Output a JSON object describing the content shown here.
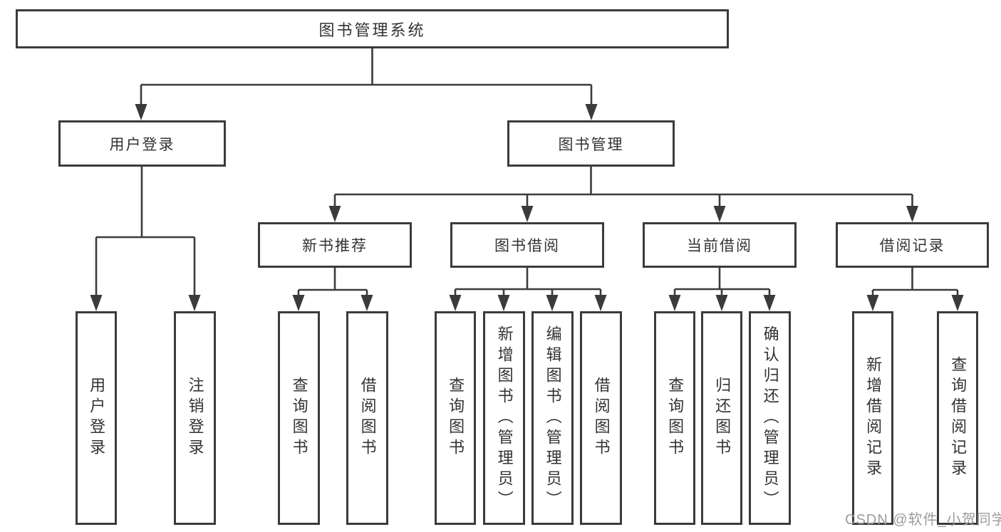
{
  "diagram": {
    "root": {
      "label": "图书管理系统"
    },
    "level2": [
      {
        "label": "用户登录",
        "parent": "图书管理系统"
      },
      {
        "label": "图书管理",
        "parent": "图书管理系统"
      }
    ],
    "level3": [
      {
        "label": "新书推荐",
        "parent": "图书管理"
      },
      {
        "label": "图书借阅",
        "parent": "图书管理"
      },
      {
        "label": "当前借阅",
        "parent": "图书管理"
      },
      {
        "label": "借阅记录",
        "parent": "图书管理"
      }
    ],
    "leaves": [
      {
        "label": "用户登录",
        "parent": "用户登录"
      },
      {
        "label": "注销登录",
        "parent": "用户登录"
      },
      {
        "label": "查询图书",
        "parent": "新书推荐"
      },
      {
        "label": "借阅图书",
        "parent": "新书推荐"
      },
      {
        "label": "查询图书",
        "parent": "图书借阅"
      },
      {
        "label": "新增图书（管理员）",
        "parent": "图书借阅"
      },
      {
        "label": "编辑图书（管理员）",
        "parent": "图书借阅"
      },
      {
        "label": "借阅图书",
        "parent": "图书借阅"
      },
      {
        "label": "查询图书",
        "parent": "当前借阅"
      },
      {
        "label": "归还图书",
        "parent": "当前借阅"
      },
      {
        "label": "确认归还（管理员）",
        "parent": "当前借阅"
      },
      {
        "label": "新增借阅记录",
        "parent": "借阅记录"
      },
      {
        "label": "查询借阅记录",
        "parent": "借阅记录"
      }
    ],
    "colors": {
      "line": "#3b3b3b",
      "box_border": "#3b3b3b",
      "text": "#333333",
      "background": "#ffffff",
      "watermark": "#9c9c9c"
    }
  },
  "watermark": {
    "text": "CSDN @软件_小贺同学"
  }
}
